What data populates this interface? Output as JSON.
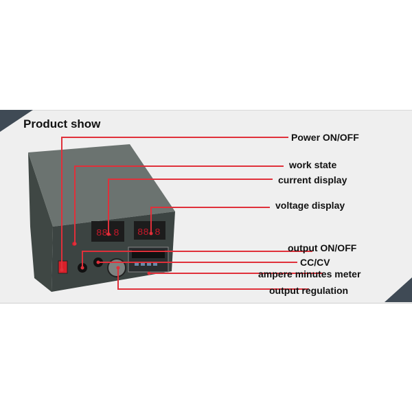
{
  "title": "Product show",
  "labels": {
    "power": "Power ON/OFF",
    "work_state": "work state",
    "current_display": "current display",
    "voltage_display": "voltage display",
    "output_onoff": "output ON/OFF",
    "cc_cv": "CC/CV",
    "ampere_meter": "ampere minutes meter",
    "output_regulation": "output regulation"
  },
  "colors": {
    "callout": "#e0303a",
    "panel": "#efefef",
    "device": "#4e5652"
  }
}
